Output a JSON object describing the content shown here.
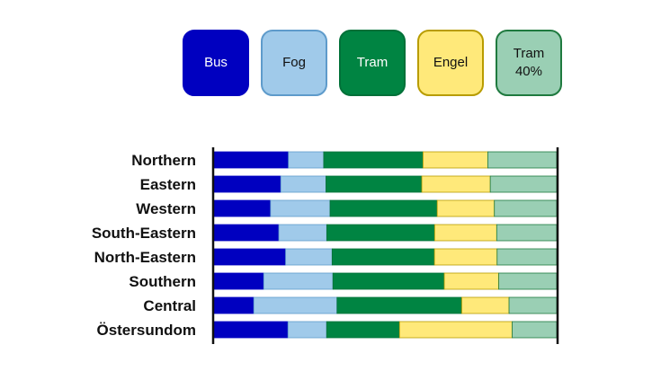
{
  "chart_data": {
    "type": "bar",
    "orientation": "horizontal",
    "stacked": true,
    "normalized": true,
    "title": "",
    "xlabel": "",
    "ylabel": "",
    "xlim": [
      0,
      100
    ],
    "categories": [
      "Northern",
      "Eastern",
      "Western",
      "South-Eastern",
      "North-Eastern",
      "Southern",
      "Central",
      "Östersundom"
    ],
    "series": [
      {
        "name": "Bus",
        "label": "Bus",
        "color": "#0000C0",
        "border": "#0000C0",
        "text": "#ffffff",
        "values": [
          21.7,
          19.5,
          16.5,
          18.9,
          20.9,
          14.5,
          11.6,
          21.6
        ]
      },
      {
        "name": "Fog",
        "label": "Fog",
        "color": "#A0CAEA",
        "border": "#5E9BCB",
        "text": "#111111",
        "values": [
          10.3,
          13.2,
          17.4,
          14.0,
          13.6,
          20.2,
          24.3,
          11.3
        ]
      },
      {
        "name": "Tram",
        "label": "Tram",
        "color": "#008442",
        "border": "#007038",
        "text": "#ffffff",
        "values": [
          29.0,
          28.0,
          31.3,
          31.5,
          29.9,
          32.5,
          36.4,
          21.3
        ]
      },
      {
        "name": "Engel",
        "label": "Engel",
        "color": "#FFE97A",
        "border": "#B89C00",
        "text": "#111111",
        "values": [
          18.9,
          20.0,
          16.7,
          18.1,
          18.3,
          15.9,
          13.8,
          32.9
        ]
      },
      {
        "name": "Tram 40%",
        "label": "Tram\n40%",
        "color": "#9ACFB4",
        "border": "#1F7A3F",
        "text": "#111111",
        "values": [
          20.1,
          19.4,
          18.2,
          17.5,
          17.4,
          16.9,
          13.9,
          13.0
        ]
      }
    ],
    "legend": "top",
    "grid": false
  }
}
